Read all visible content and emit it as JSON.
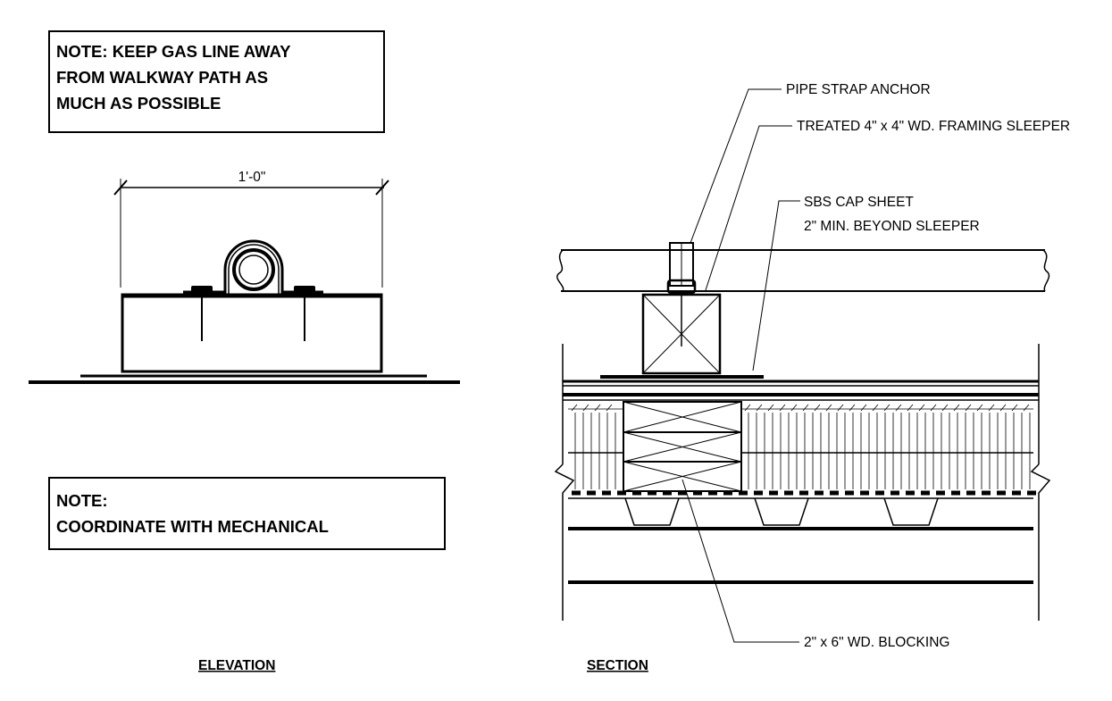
{
  "notes": {
    "top": [
      "NOTE: KEEP GAS LINE AWAY",
      "FROM WALKWAY PATH AS",
      "MUCH AS POSSIBLE"
    ],
    "bottom": [
      "NOTE:",
      "COORDINATE WITH MECHANICAL"
    ]
  },
  "elevation": {
    "dimension": "1'-0\"",
    "title": "ELEVATION"
  },
  "section": {
    "title": "SECTION",
    "callouts": {
      "pipe_strap": "PIPE STRAP ANCHOR",
      "sleeper": "TREATED 4\" x 4\" WD. FRAMING SLEEPER",
      "cap_sheet_1": "SBS CAP SHEET",
      "cap_sheet_2": "2\" MIN. BEYOND SLEEPER",
      "blocking": "2\" x 6\" WD. BLOCKING"
    }
  }
}
